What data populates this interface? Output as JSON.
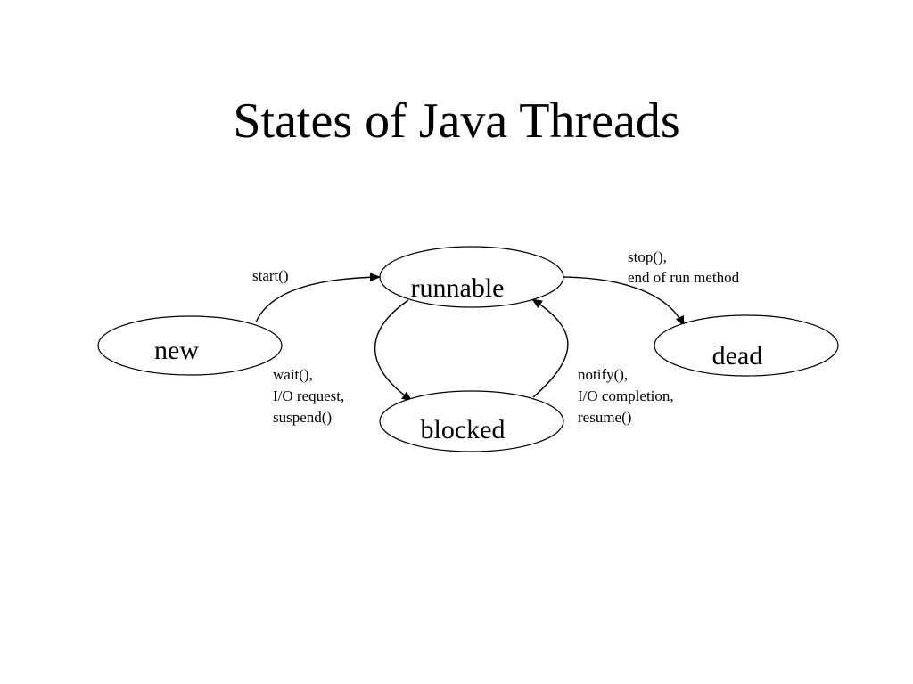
{
  "title": "States of Java Threads",
  "states": {
    "new": "new",
    "runnable": "runnable",
    "blocked": "blocked",
    "dead": "dead"
  },
  "transitions": {
    "start": [
      "start()"
    ],
    "stop": [
      "stop(),",
      "end of run method"
    ],
    "wait": [
      "wait(),",
      "I/O request,",
      "suspend()"
    ],
    "notify": [
      "notify(),",
      "I/O completion,",
      "resume()"
    ]
  },
  "colors": {
    "stroke": "#000000",
    "background": "#ffffff"
  }
}
